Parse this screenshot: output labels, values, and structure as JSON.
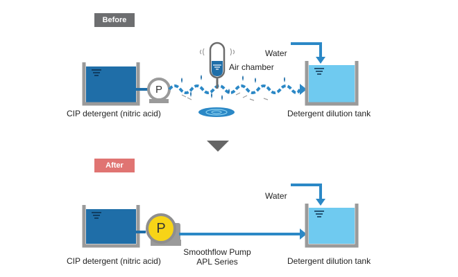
{
  "before": {
    "badge": "Before",
    "badge_color": "#6d6e70",
    "left_tank_label": "CIP detergent (nitric acid)",
    "right_tank_label": "Detergent dilution tank",
    "water_label": "Water",
    "air_chamber_label": "Air chamber",
    "pump_symbol": "P"
  },
  "after": {
    "badge": "After",
    "badge_color": "#e07472",
    "left_tank_label": "CIP detergent (nitric acid)",
    "right_tank_label": "Detergent dilution tank",
    "water_label": "Water",
    "pump_symbol": "P",
    "pump_name_line1": "Smoothflow Pump",
    "pump_name_line2": "APL Series"
  },
  "colors": {
    "dark_liquid": "#1f6ea8",
    "light_liquid": "#6fcaf0",
    "flow_blue": "#2b88c6",
    "tank_wall": "#9a9a9a",
    "pump_yellow": "#f7d417",
    "arrow_gray": "#666666"
  }
}
